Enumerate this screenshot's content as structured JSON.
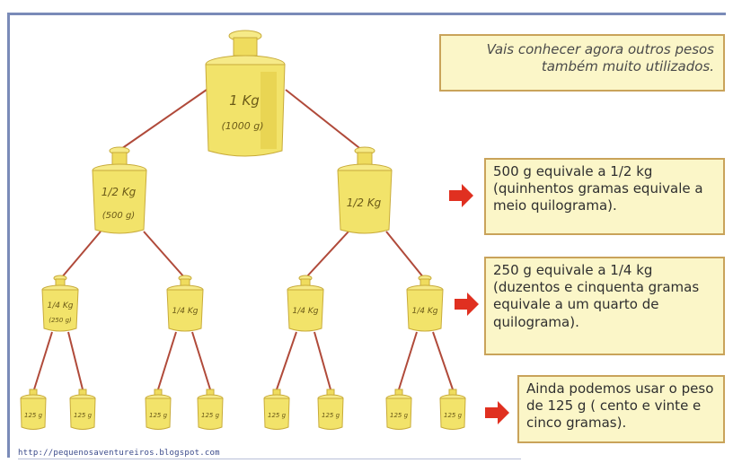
{
  "colors": {
    "weight_fill": "#f2e36a",
    "weight_shade": "#d9c23e",
    "line": "#b04a3a",
    "box_fill": "#fbf6c8",
    "box_border": "#c9a35a",
    "arrow": "#e03020"
  },
  "weights": {
    "top": {
      "label": "1 Kg",
      "sub": "(1000 g)"
    },
    "half_left": {
      "label": "1/2 Kg",
      "sub": "(500 g)"
    },
    "half_right": {
      "label": "1/2 Kg"
    },
    "q1": {
      "label": "1/4 Kg",
      "sub": "(250 g)"
    },
    "q2": {
      "label": "1/4 Kg"
    },
    "q3": {
      "label": "1/4 Kg"
    },
    "q4": {
      "label": "1/4 Kg"
    },
    "e1": {
      "label": "125 g"
    },
    "e2": {
      "label": "125 g"
    },
    "e3": {
      "label": "125 g"
    },
    "e4": {
      "label": "125 g"
    },
    "e5": {
      "label": "125 g"
    },
    "e6": {
      "label": "125 g"
    },
    "e7": {
      "label": "125 g"
    },
    "e8": {
      "label": "125 g"
    }
  },
  "boxes": {
    "intro": "Vais conhecer agora outros pesos também muito utilizados.",
    "b500": "500 g equivale a 1/2 kg (quinhentos gramas equivale a meio quilograma).",
    "b250": "250 g equivale a 1/4 kg (duzentos e cinquenta gramas equivale a um quarto de quilograma).",
    "b125": "Ainda podemos usar o peso de 125 g ( cento e vinte e cinco gramas)."
  },
  "url": "http://pequenosaventureiros.blogspot.com"
}
